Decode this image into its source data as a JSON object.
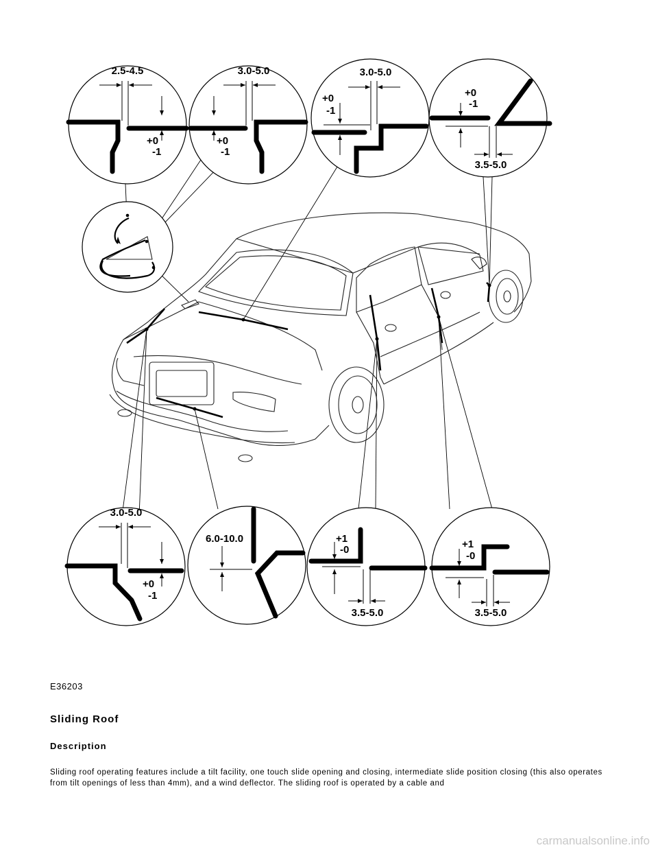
{
  "figure": {
    "id": "E36203",
    "callouts_top": [
      {
        "gap": "2.5-4.5",
        "flush_upper": "+0",
        "flush_lower": "-1"
      },
      {
        "gap": "3.0-5.0",
        "flush_upper": "+0",
        "flush_lower": "-1"
      },
      {
        "gap": "3.0-5.0",
        "flush_upper": "+0",
        "flush_lower": "-1"
      },
      {
        "gap": "3.5-5.0",
        "flush_upper": "+0",
        "flush_lower": "-1"
      }
    ],
    "callouts_bottom": [
      {
        "gap": "3.0-5.0",
        "flush_upper": "+0",
        "flush_lower": "-1"
      },
      {
        "gap": "6.0-10.0"
      },
      {
        "gap": "3.5-5.0",
        "flush_upper": "+1",
        "flush_lower": "-0"
      },
      {
        "gap": "3.5-5.0",
        "flush_upper": "+1",
        "flush_lower": "-0"
      }
    ]
  },
  "section": {
    "title": "Sliding Roof",
    "subtitle": "Description",
    "paragraph": "Sliding roof operating features include a tilt facility, one touch slide opening and closing, intermediate slide position closing (this also operates from tilt openings of less than 4mm), and a wind deflector. The sliding roof is operated by a cable and"
  },
  "watermark": "carmanualsonline.info"
}
